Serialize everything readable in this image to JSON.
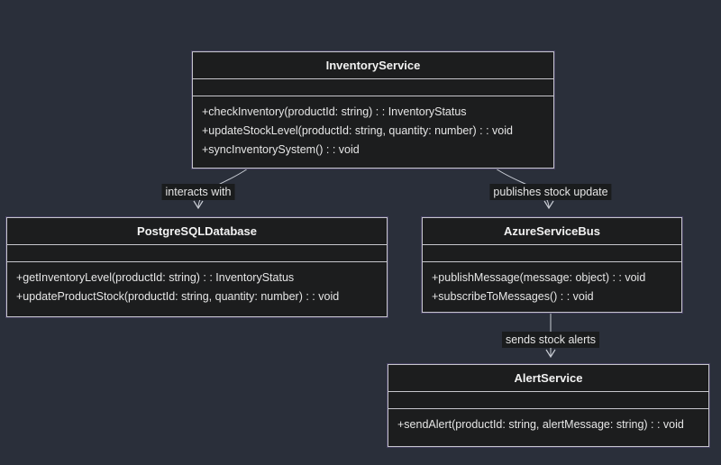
{
  "colors": {
    "bg": "#2a2f3a",
    "nodeFill": "#1c1d1e",
    "nodeBorder": "#c6c6cc",
    "nodeOutline": "#454060",
    "line": "#c8ccd4",
    "text": "#e6e6e6",
    "title": "#f2f2f2",
    "labelBg": "#1a1c1d"
  },
  "diagram_type": "uml-class-diagram",
  "classes": [
    {
      "name": "InventoryService",
      "attributes": [],
      "methods": [
        "+checkInventory(productId: string) : : InventoryStatus",
        "+updateStockLevel(productId: string, quantity: number) : : void",
        "+syncInventorySystem() : : void"
      ]
    },
    {
      "name": "PostgreSQLDatabase",
      "attributes": [],
      "methods": [
        "+getInventoryLevel(productId: string) : : InventoryStatus",
        "+updateProductStock(productId: string, quantity: number) : : void"
      ]
    },
    {
      "name": "AzureServiceBus",
      "attributes": [],
      "methods": [
        "+publishMessage(message: object) : : void",
        "+subscribeToMessages() : : void"
      ]
    },
    {
      "name": "AlertService",
      "attributes": [],
      "methods": [
        "+sendAlert(productId: string, alertMessage: string) : : void"
      ]
    }
  ],
  "edges": [
    {
      "from": "InventoryService",
      "to": "PostgreSQLDatabase",
      "label": "interacts with"
    },
    {
      "from": "InventoryService",
      "to": "AzureServiceBus",
      "label": "publishes stock update"
    },
    {
      "from": "AzureServiceBus",
      "to": "AlertService",
      "label": "sends stock alerts"
    }
  ]
}
